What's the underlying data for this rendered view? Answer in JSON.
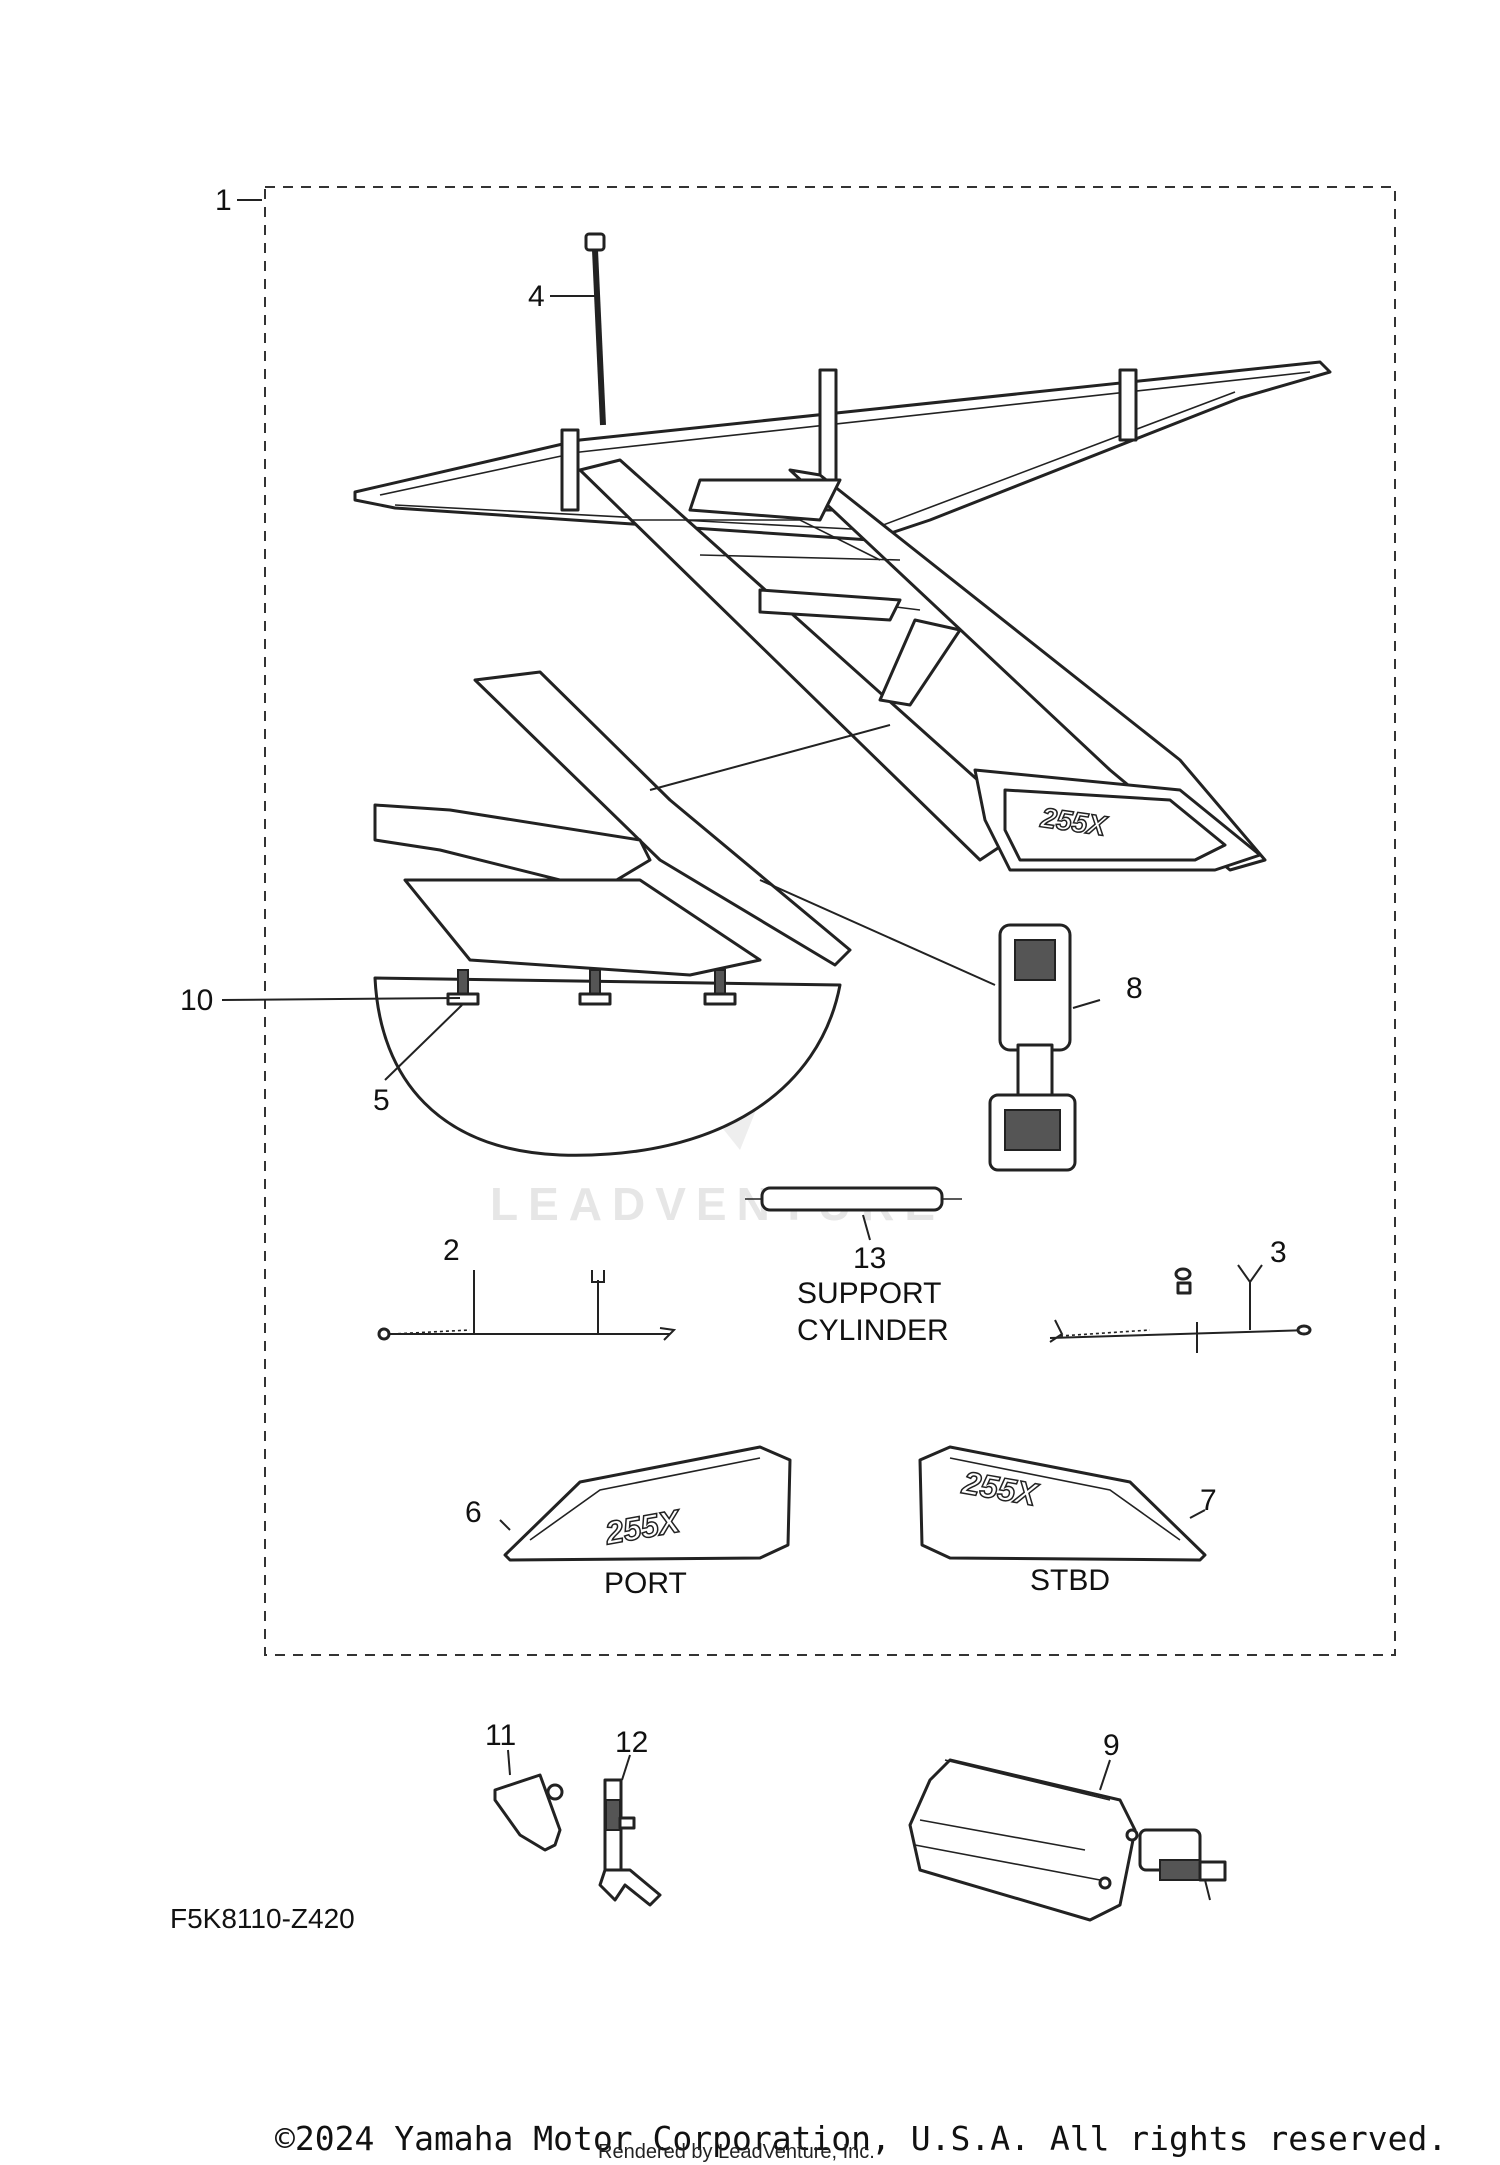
{
  "diagram": {
    "ref_code": "F5K8110-Z420",
    "copyright": "©2024 Yamaha Motor Corporation, U.S.A. All rights reserved.",
    "rendered_by": "Rendered by LeadVenture, Inc.",
    "watermark": "LEADVENTURE",
    "callouts": [
      "1",
      "2",
      "3",
      "4",
      "5",
      "6",
      "7",
      "8",
      "9",
      "10",
      "11",
      "12",
      "13"
    ],
    "captions": {
      "support_cylinder_line1": "SUPPORT",
      "support_cylinder_line2": "CYLINDER",
      "port": "PORT",
      "stbd": "STBD"
    },
    "badge_text": "255X"
  }
}
